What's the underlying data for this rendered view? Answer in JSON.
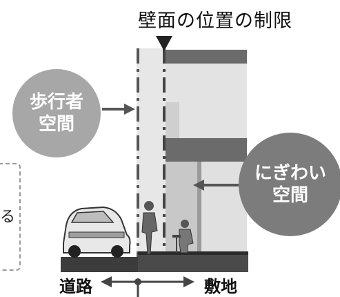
{
  "title": "壁面の位置の制限",
  "pedestrian_space": {
    "line1": "歩行者",
    "line2": "空間"
  },
  "lively_space": {
    "line1": "にぎわい",
    "line2": "空間"
  },
  "road_label": "道路",
  "site_label": "敷地",
  "side_text_fragment": "る",
  "colors": {
    "circle_light": "#a7a7a7",
    "circle_dark": "#7c7c7c",
    "building": "#e2e2e2",
    "wall": "#5a5a5a"
  }
}
